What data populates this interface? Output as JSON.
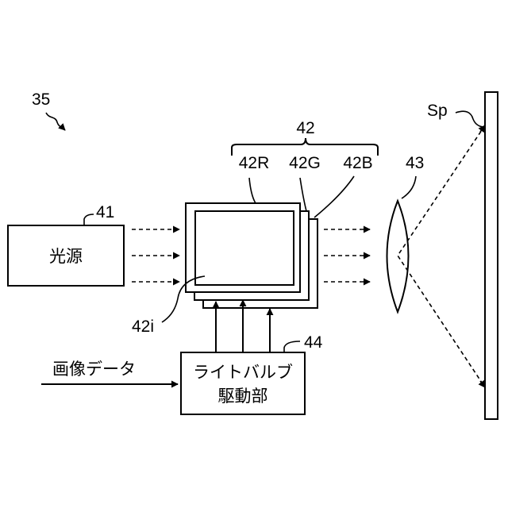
{
  "labels": {
    "system_ref": "35",
    "panel_group_ref": "42",
    "panel_r_ref": "42R",
    "panel_g_ref": "42G",
    "panel_b_ref": "42B",
    "light_source_ref": "41",
    "lens_ref": "43",
    "screen_ref": "Sp",
    "image_area_ref": "42i",
    "driver_ref": "44"
  },
  "light_source": {
    "text": "光源"
  },
  "image_data": {
    "text": "画像データ"
  },
  "driver": {
    "line1": "ライトバルブ",
    "line2": "駆動部"
  }
}
